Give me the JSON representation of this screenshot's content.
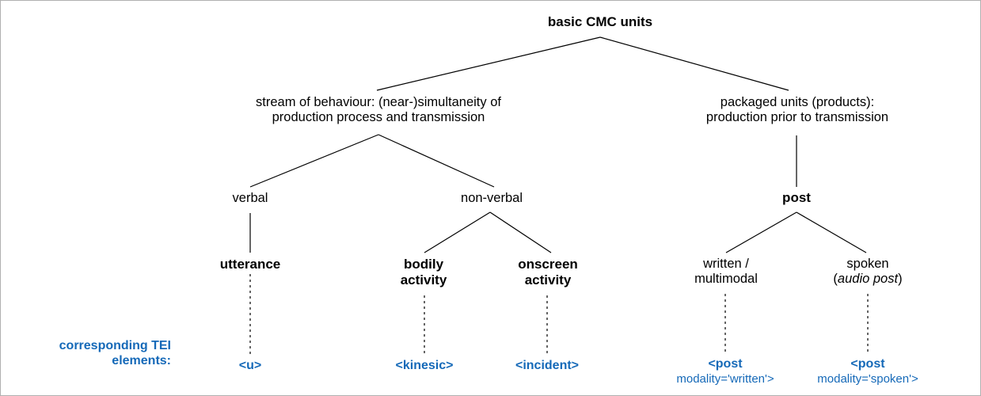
{
  "diagram": {
    "title": "basic CMC units",
    "accent_blue": "#1569b8",
    "line_color": "#000000",
    "background": "#ffffff",
    "border_color": "#b0b0b0"
  },
  "nodes": {
    "root": {
      "label": "basic CMC units"
    },
    "stream": {
      "line1": "stream of behaviour: (near-)simultaneity of",
      "line2": "production process and transmission"
    },
    "packaged": {
      "line1": "packaged units (products):",
      "line2": "production prior to transmission"
    },
    "verbal": {
      "label": "verbal"
    },
    "nonverbal": {
      "label": "non-verbal"
    },
    "post": {
      "label": "post"
    },
    "utterance": {
      "label": "utterance"
    },
    "bodily": {
      "line1": "bodily",
      "line2": "activity"
    },
    "onscreen": {
      "line1": "onscreen",
      "line2": "activity"
    },
    "written": {
      "line1": "written /",
      "line2": "multimodal"
    },
    "spoken": {
      "line1": "spoken",
      "line2_open": "(",
      "line2_italic": "audio post",
      "line2_close": ")"
    }
  },
  "tei": {
    "legend_line1": "corresponding TEI",
    "legend_line2": "elements:",
    "u": "<u>",
    "kinesic": "<kinesic>",
    "incident": "<incident>",
    "post_written_tag": "<post",
    "post_written_attr": "modality='written'>",
    "post_spoken_tag": "<post",
    "post_spoken_attr": "modality='spoken'>"
  },
  "chart_data": {
    "type": "tree-diagram",
    "title": "basic CMC units",
    "levels": 4,
    "tree": {
      "label": "basic CMC units",
      "children": [
        {
          "label": "stream of behaviour: (near-)simultaneity of production process and transmission",
          "children": [
            {
              "label": "verbal",
              "children": [
                {
                  "label": "utterance",
                  "tei": "<u>"
                }
              ]
            },
            {
              "label": "non-verbal",
              "children": [
                {
                  "label": "bodily activity",
                  "tei": "<kinesic>"
                },
                {
                  "label": "onscreen activity",
                  "tei": "<incident>"
                }
              ]
            }
          ]
        },
        {
          "label": "packaged units (products): production prior to transmission",
          "children": [
            {
              "label": "post",
              "children": [
                {
                  "label": "written / multimodal",
                  "tei": "<post modality='written'>"
                },
                {
                  "label": "spoken (audio post)",
                  "tei": "<post modality='spoken'>"
                }
              ]
            }
          ]
        }
      ]
    }
  }
}
